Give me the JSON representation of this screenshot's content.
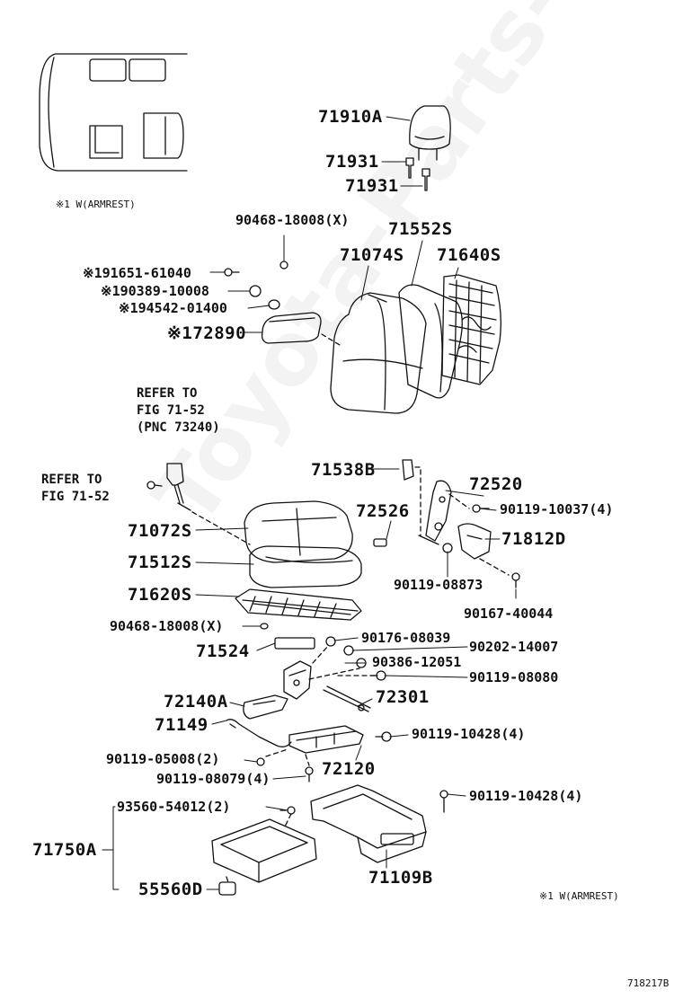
{
  "diagram": {
    "figure_id": "718217B",
    "watermark": "Toyota-Parts-Online.ru",
    "notes": {
      "top": "※1 W(ARMREST)",
      "bottom": "※1 W(ARMREST)"
    },
    "refer_upper": {
      "line1": "REFER TO",
      "line2": "FIG 71-52",
      "line3": "(PNC 73240)"
    },
    "refer_left": {
      "line1": "REFER TO",
      "line2": "FIG 71-52"
    },
    "colors": {
      "ink": "#111111",
      "background": "#ffffff"
    }
  },
  "labels": {
    "p71910A": "71910A",
    "p71931a": "71931",
    "p71931b": "71931",
    "p90468_x_top": "90468-18008(X)",
    "p71552S": "71552S",
    "p71074S": "71074S",
    "p71640S": "71640S",
    "p91651": "※191651-61040",
    "p90389": "※190389-10008",
    "p94542": "※194542-01400",
    "p72890": "※172890",
    "p71538B": "71538B",
    "p72520": "72520",
    "p90119_10037": "90119-10037(4)",
    "p72526": "72526",
    "p71812D": "71812D",
    "p71072S": "71072S",
    "p71512S": "71512S",
    "p90119_08873": "90119-08873",
    "p71620S": "71620S",
    "p90167": "90167-40044",
    "p90468_x_bot": "90468-18008(X)",
    "p90176": "90176-08039",
    "p71524": "71524",
    "p90202": "90202-14007",
    "p90386": "90386-12051",
    "p90119_08080": "90119-08080",
    "p72301": "72301",
    "p72140A": "72140A",
    "p71149": "71149",
    "p90119_10428a": "90119-10428(4)",
    "p90119_05008": "90119-05008(2)",
    "p72120": "72120",
    "p90119_08079": "90119-08079(4)",
    "p93560": "93560-54012(2)",
    "p90119_10428b": "90119-10428(4)",
    "p71750A": "71750A",
    "p55560D": "55560D",
    "p71109B": "71109B"
  }
}
